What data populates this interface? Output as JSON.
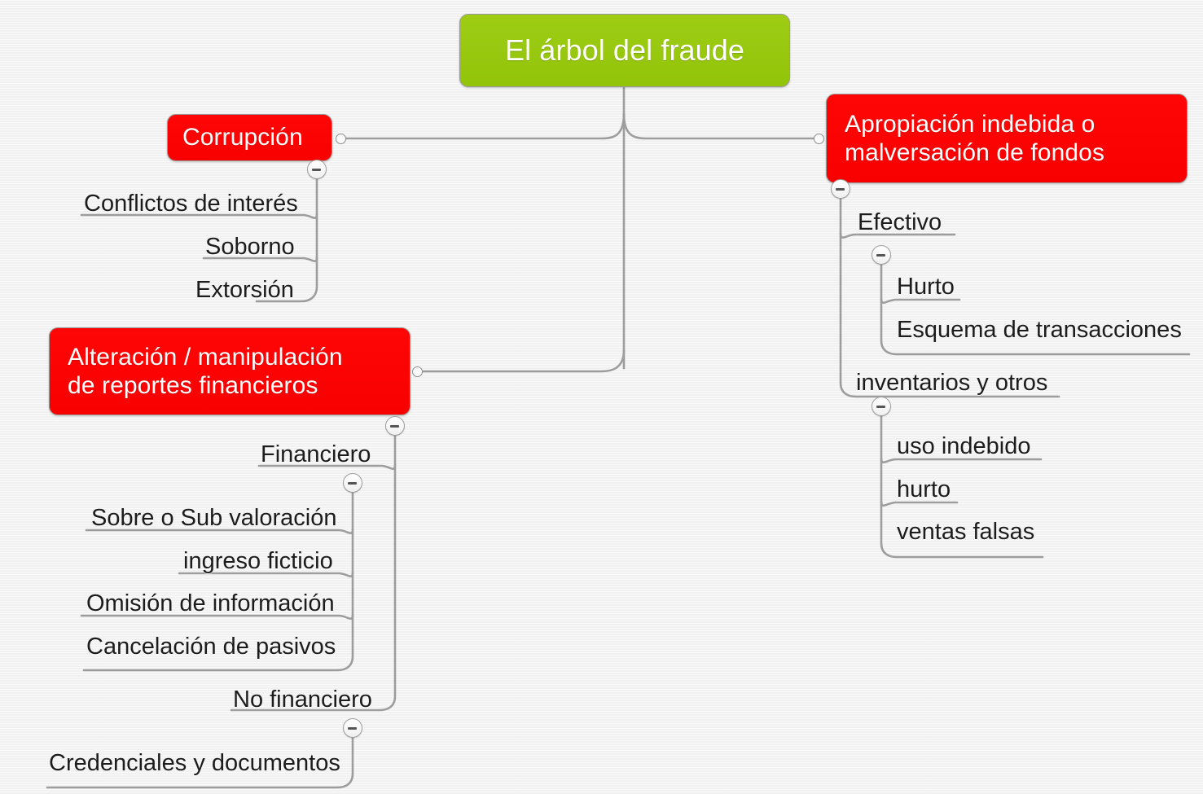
{
  "diagram": {
    "type": "mind-map",
    "title": "El árbol del fraude",
    "language": "es",
    "background_color": "#f4f4f4",
    "colors": {
      "root_node": "#97c90c",
      "branch_node": "#ff0000",
      "node_text": "#ffffff",
      "leaf_text": "#1c1c1c",
      "connector": "#9a9a9a"
    },
    "root": {
      "label": "El árbol del fraude"
    },
    "branches": {
      "corrupcion": {
        "label": "Corrupción",
        "side": "left",
        "children": [
          {
            "label": "Conflictos de interés"
          },
          {
            "label": "Soborno"
          },
          {
            "label": "Extorsión"
          }
        ]
      },
      "alteracion": {
        "label": "Alteración / manipulación\nde reportes financieros",
        "line1": "Alteración / manipulación",
        "line2": "de reportes financieros",
        "side": "left",
        "children": [
          {
            "label": "Financiero",
            "children": [
              {
                "label": "Sobre o Sub valoración"
              },
              {
                "label": "ingreso ficticio"
              },
              {
                "label": "Omisión de información"
              },
              {
                "label": "Cancelación de pasivos"
              }
            ]
          },
          {
            "label": "No financiero",
            "children": [
              {
                "label": "Credenciales y documentos"
              }
            ]
          }
        ]
      },
      "apropiacion": {
        "label": "Apropiación indebida o\nmalversación de fondos",
        "line1": "Apropiación indebida o",
        "line2": "malversación de fondos",
        "side": "right",
        "children": [
          {
            "label": "Efectivo",
            "children": [
              {
                "label": "Hurto"
              },
              {
                "label": "Esquema de transacciones"
              }
            ]
          },
          {
            "label": "inventarios y otros",
            "children": [
              {
                "label": "uso indebido"
              },
              {
                "label": "hurto"
              },
              {
                "label": "ventas falsas"
              }
            ]
          }
        ]
      }
    },
    "toggles": {
      "state": "expanded",
      "glyph": "minus"
    }
  }
}
